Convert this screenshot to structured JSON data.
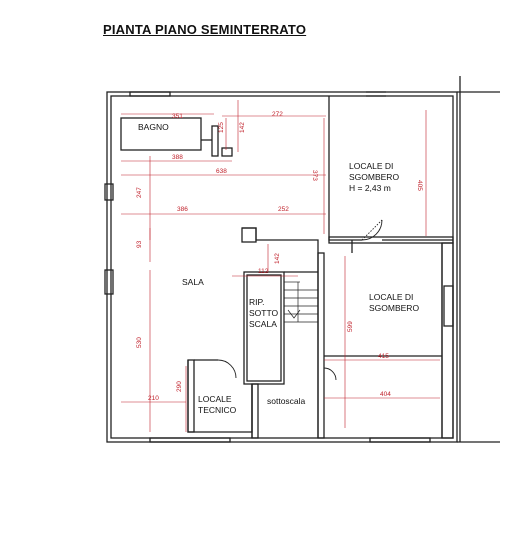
{
  "title": "PIANTA PIANO SEMINTERRATO",
  "rooms": {
    "bagno": "BAGNO",
    "sala": "SALA",
    "locale_sgombero_1": [
      "LOCALE DI",
      "SGOMBERO",
      "H = 2,43 m"
    ],
    "locale_sgombero_2": [
      "LOCALE DI",
      "SGOMBERO"
    ],
    "rip_sotto_scala": [
      "RIP.",
      "SOTTO",
      "SCALA"
    ],
    "locale_tecnico": [
      "LOCALE",
      "TECNICO"
    ],
    "sottoscala": "sottoscala"
  },
  "dimensions": {
    "d351": "351",
    "d125": "125",
    "d142_top": "142",
    "d272": "272",
    "d388": "388",
    "d638": "638",
    "d373": "373",
    "d405": "405",
    "d247": "247",
    "d386": "386",
    "d252": "252",
    "d93": "93",
    "d112": "112",
    "d142_mid": "142",
    "d599": "599",
    "d415": "415",
    "d530": "530",
    "d290": "290",
    "d210": "210",
    "d404": "404"
  },
  "colors": {
    "wall": "#222222",
    "dimension": "#c0202a"
  }
}
